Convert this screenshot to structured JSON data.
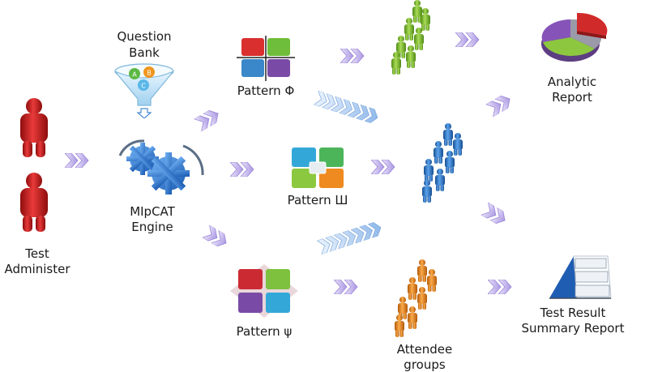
{
  "nodes": {
    "question_bank": {
      "line1": "Question",
      "line2": "Bank"
    },
    "test_administer": {
      "line1": "Test",
      "line2": "Administer"
    },
    "engine": {
      "line1": "MIpCAT",
      "line2": "Engine"
    },
    "pattern_phi": {
      "label": "Pattern Φ"
    },
    "pattern_sha": {
      "label": "Pattern Ш"
    },
    "pattern_psi": {
      "label": "Pattern ψ"
    },
    "analytic_report": {
      "line1": "Analytic",
      "line2": "Report"
    },
    "summary_report": {
      "line1": "Test Result",
      "line2": "Summary Report"
    },
    "attendee_groups": {
      "line1": "Attendee",
      "line2": "groups"
    }
  },
  "colors": {
    "arrow": "#b7a6e6",
    "arrow_blue": "#9fc4ee",
    "red_person": "#d42020",
    "green_person": "#8cc43a",
    "blue_person": "#2f77c9",
    "orange_person": "#f18a1c"
  }
}
